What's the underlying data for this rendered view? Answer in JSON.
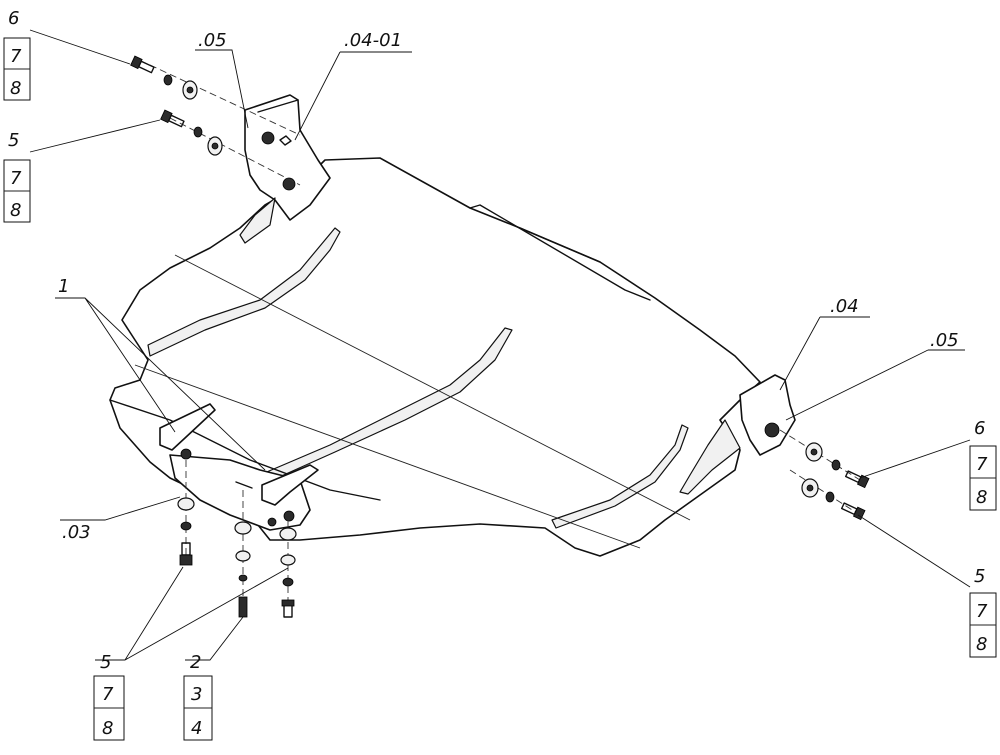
{
  "callouts": {
    "top_left_stack_a": [
      "6",
      "7",
      "8"
    ],
    "top_left_stack_b": [
      "5",
      "7",
      "8"
    ],
    "ref_05_top": ".05",
    "ref_04_01": ".04-01",
    "ref_1": "1",
    "ref_03": ".03",
    "bottom_stack_a": [
      "5",
      "7",
      "8"
    ],
    "bottom_stack_b": [
      "2",
      "3",
      "4"
    ],
    "ref_04": ".04",
    "ref_05_right": ".05",
    "right_stack_a": [
      "6",
      "7",
      "8"
    ],
    "right_stack_b": [
      "5",
      "7",
      "8"
    ]
  }
}
